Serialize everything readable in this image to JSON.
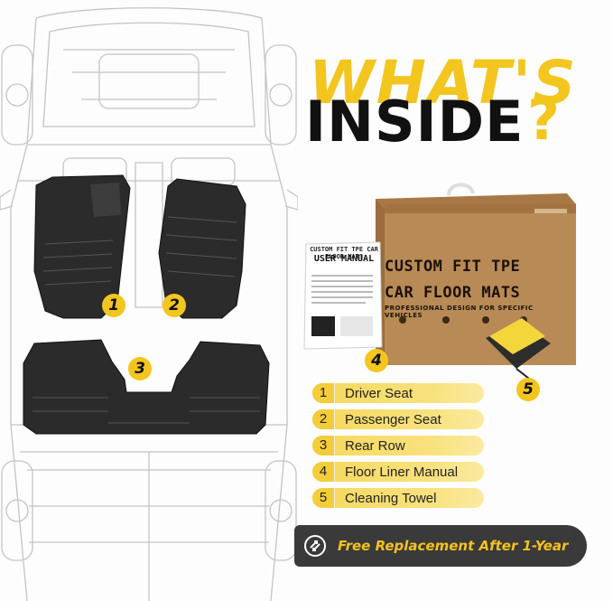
{
  "headline": {
    "line1": "WHAT'S",
    "line2": "INSIDE",
    "mark": "?"
  },
  "box": {
    "title_line1": "CUSTOM FIT TPE",
    "title_line2": "CAR FLOOR MATS",
    "subtitle": "PROFESSIONAL DESIGN FOR SPECIFIC VEHICLES"
  },
  "manual": {
    "header": "CUSTOM FIT TPE CAR FLOOR MATS",
    "title": "USER MANUAL"
  },
  "callouts": [
    "1",
    "2",
    "3",
    "4",
    "5"
  ],
  "items": [
    {
      "num": "1",
      "label": "Driver Seat"
    },
    {
      "num": "2",
      "label": "Passenger Seat"
    },
    {
      "num": "3",
      "label": "Rear Row"
    },
    {
      "num": "4",
      "label": "Floor Liner Manual"
    },
    {
      "num": "5",
      "label": "Cleaning Towel"
    }
  ],
  "banner": {
    "text": "Free Replacement After 1-Year"
  },
  "colors": {
    "accent": "#f3c51f",
    "dark": "#3a3a3a",
    "box": "#b88a56"
  }
}
